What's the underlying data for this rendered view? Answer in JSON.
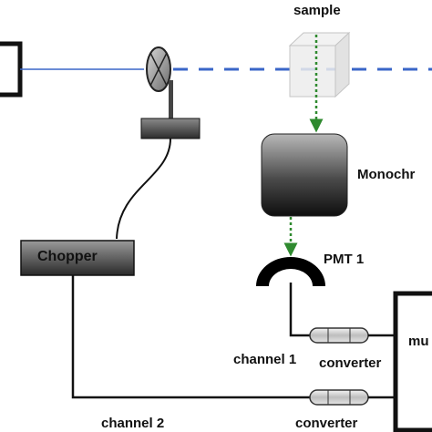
{
  "labels": {
    "sample": "sample",
    "monochromator": "Monochr",
    "pmt": "PMT 1",
    "chopper": "Chopper",
    "channel1": "channel 1",
    "channel2": "channel 2",
    "converter_top": "converter",
    "converter_bottom": "converter",
    "multi": "mu"
  },
  "colors": {
    "laser_beam": "#3a66c8",
    "emission_beam": "#2f8a2f",
    "line": "#111111"
  }
}
